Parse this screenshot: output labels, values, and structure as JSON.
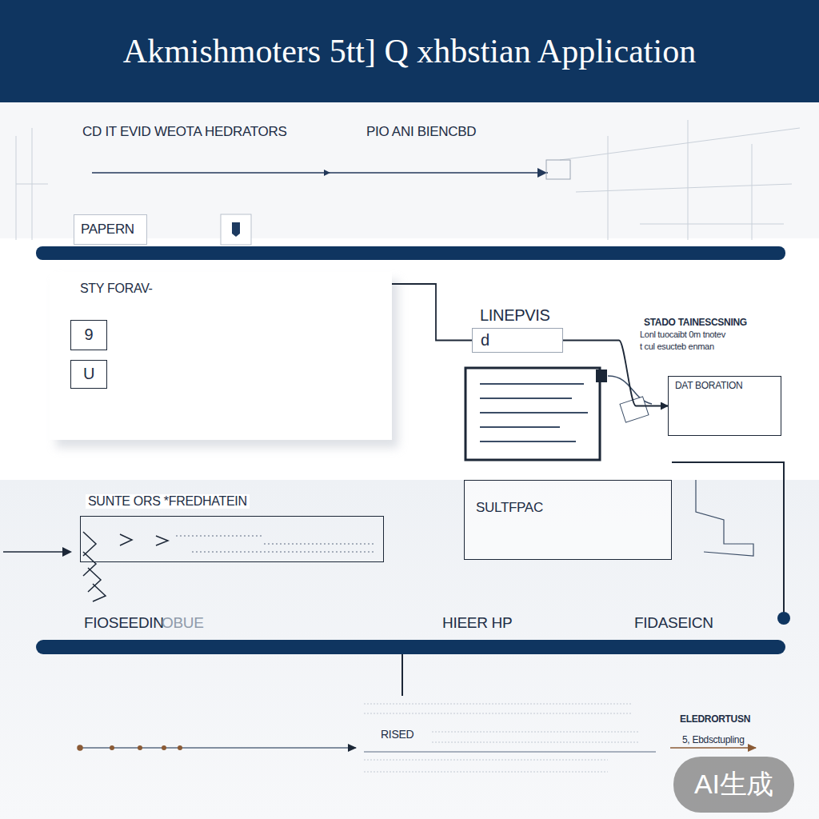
{
  "diagram": {
    "title": "Akmishmoters 5tt] Q xhbstian Application",
    "nodes": [
      {
        "text": [
          "PAPERN"
        ]
      },
      {
        "text": [
          "STY FORAV-"
        ]
      },
      {
        "text": [
          "9"
        ],
        "in": 1
      },
      {
        "text": [
          "U"
        ],
        "in": 1
      },
      {
        "text": [
          "LINEPVIS",
          "d"
        ]
      },
      {
        "text": [
          "DAT BORATION"
        ]
      },
      {
        "text": [
          "SUNTE ORS *FREDHATEIN"
        ]
      },
      {
        "text": [
          "SULTFPAC"
        ]
      }
    ],
    "edges": [
      {
        "from": 1,
        "to": 4,
        "arrow": "none"
      },
      {
        "from": 4,
        "to": 5,
        "arrow": "to"
      }
    ],
    "labels": [
      "CD IT EVID WEOTA HEDRATORS",
      "PIO ANI BIENCBD",
      "STADO TAINESCSNING",
      "Lonl tuocaibt 0m tnotev",
      "t cul esucteb enman",
      "FIOSEEDIN",
      "OBUE",
      "HIEER HP",
      "FIDASEICN",
      "RISED",
      "ELEDRORTUSN",
      "5, Ebdsctupling",
      "AI生成"
    ]
  }
}
